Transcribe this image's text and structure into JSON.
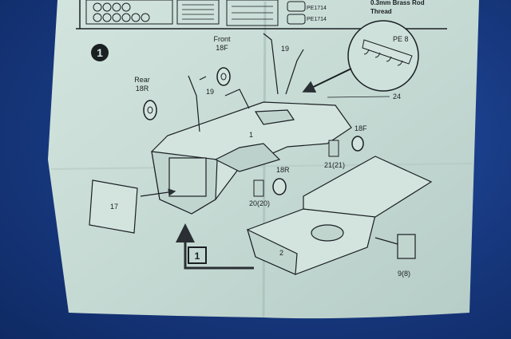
{
  "header": {
    "part_code_1": "PE1714",
    "part_code_2": "PE1714",
    "thread_line_1": "0.3mm Brass Rod",
    "thread_line_2": "Thread"
  },
  "step": {
    "number": "1",
    "sub_step": "1"
  },
  "callouts": {
    "front_label": "Front",
    "front_part": "18F",
    "rear_label": "Rear",
    "rear_part": "18R",
    "part_19a": "19",
    "part_19b": "19",
    "pe_label": "PE 8",
    "part_24": "24",
    "part_1": "1",
    "part_18f_right": "18F",
    "part_21": "21(21)",
    "part_18r_mid": "18R",
    "part_20": "20(20)",
    "part_17": "17",
    "part_2": "2",
    "part_9": "9(8)"
  },
  "colors": {
    "paper": "#c9dcd6",
    "paper_shadow": "#a9c1bb",
    "ink": "#1a1f22",
    "arrow": "#2a2f33",
    "background": "#17387f"
  }
}
